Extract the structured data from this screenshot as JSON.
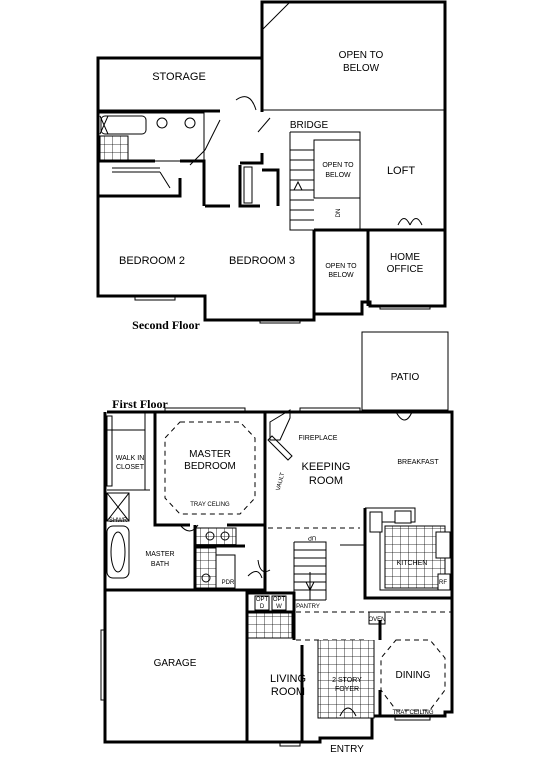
{
  "second_floor": {
    "title": "Second Floor",
    "rooms": {
      "storage": "STORAGE",
      "open_to_below_top": [
        "OPEN TO",
        "BELOW"
      ],
      "bridge": "BRIDGE",
      "open_to_below_stair": [
        "OPEN TO",
        "BELOW"
      ],
      "loft": "LOFT",
      "dn": "DN",
      "bedroom2": "BEDROOM 2",
      "bedroom3": "BEDROOM 3",
      "open_to_below_small": [
        "OPEN TO",
        "BELOW"
      ],
      "home_office": [
        "HOME",
        "OFFICE"
      ]
    }
  },
  "first_floor": {
    "title": "First Floor",
    "rooms": {
      "patio": "PATIO",
      "walk_in_closet": [
        "WALK IN",
        "CLOSET"
      ],
      "master_bedroom": [
        "MASTER",
        "BEDROOM"
      ],
      "tray_ceiling_master": "TRAY CELING",
      "fireplace": "FIREPLACE",
      "keeping_room": [
        "KEEPING",
        "ROOM"
      ],
      "vault": "VAULT",
      "breakfast": "BREAKFAST",
      "shwr": "SHWR",
      "master_bath": [
        "MASTER",
        "BATH"
      ],
      "pdr": "PDR",
      "up": "UP",
      "kitchen": "KITCHEN",
      "opt_d": [
        "OPT",
        "D"
      ],
      "opt_w": [
        "OPT",
        "W"
      ],
      "pantry": "PANTRY",
      "oven": "OVEN",
      "rf": "RF",
      "garage": "GARAGE",
      "living_room": [
        "LIVING",
        "ROOM"
      ],
      "foyer": [
        "2 STORY",
        "FOYER"
      ],
      "dining": "DINING",
      "tray_ceiling_dining": "TRAY CEILING",
      "entry": "ENTRY"
    }
  }
}
